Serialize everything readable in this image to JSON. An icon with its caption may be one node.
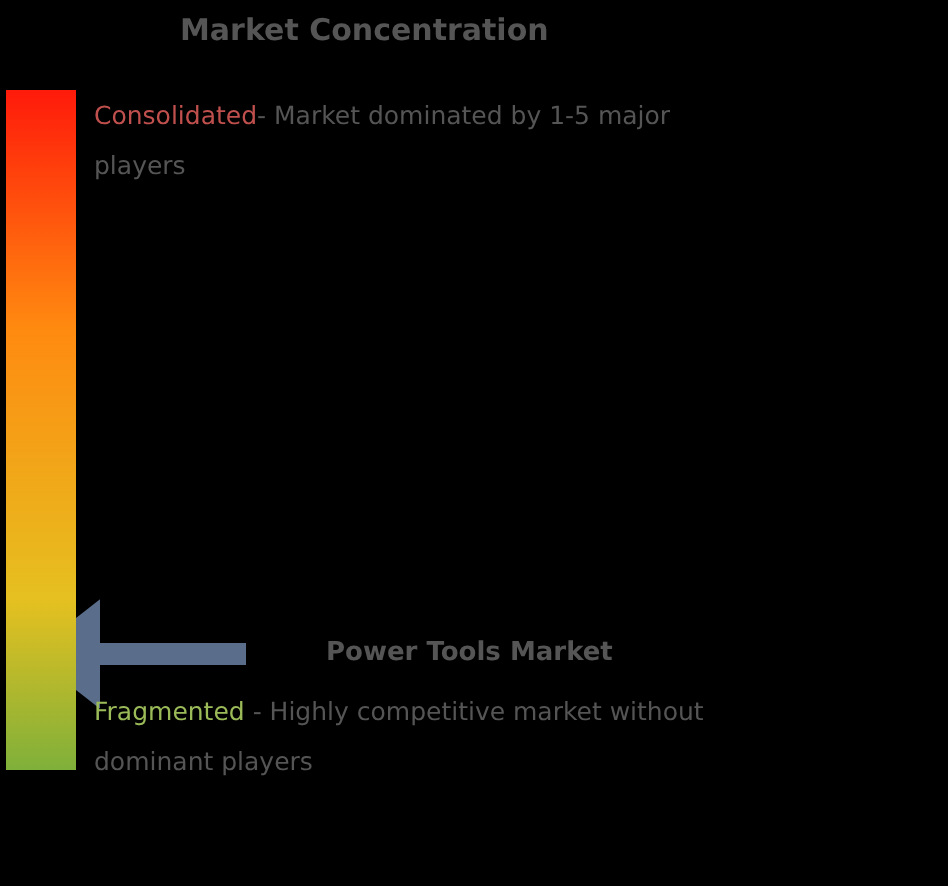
{
  "diagram": {
    "title": "Market Concentration",
    "nodes": [
      {
        "text": [],
        "shape": "bar"
      },
      {
        "text": [
          "Power Tools Market"
        ]
      }
    ],
    "edges": [
      {
        "from": 1,
        "to": 0,
        "arrow": "to"
      }
    ],
    "labels": [
      "Consolidated",
      "- Market dominated by 1-5 major players",
      "Fragmented",
      " - Highly competitive market without dominant players"
    ]
  }
}
